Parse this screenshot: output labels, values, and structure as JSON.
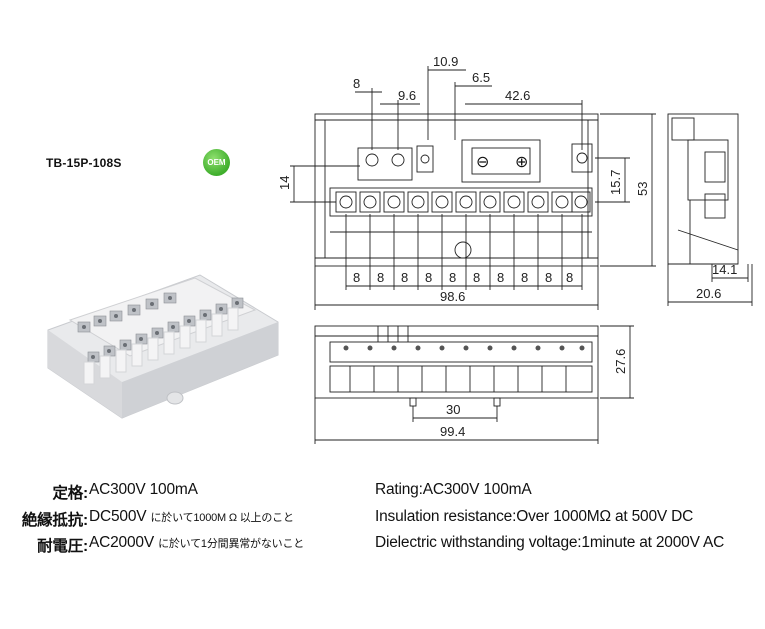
{
  "model": "TB-15P-108S",
  "badge": "OEM",
  "dimensions": {
    "top_view": {
      "d10_9": "10.9",
      "d6_5": "6.5",
      "d8_top": "8",
      "d9_6": "9.6",
      "d42_6": "42.6",
      "d14": "14",
      "d15_7": "15.7",
      "d53": "53",
      "pitch": "8",
      "d98_6": "98.6"
    },
    "side_view": {
      "d14_1": "14.1",
      "d20_6": "20.6"
    },
    "bottom_view": {
      "d27_6": "27.6",
      "d30": "30",
      "d99_4": "99.4"
    },
    "symbols": {
      "minus": "⊖",
      "plus": "⊕"
    }
  },
  "specs": {
    "jp": [
      {
        "label": "定格:",
        "value": "AC300V  100mA",
        "note": ""
      },
      {
        "label": "絶縁抵抗:",
        "value": "DC500V ",
        "note": "に於いて1000M Ω 以上のこと"
      },
      {
        "label": "耐電圧:",
        "value": "AC2000V ",
        "note": "に於いて1分間異常がないこと"
      }
    ],
    "en": [
      "Rating:AC300V  100mA",
      "Insulation resistance:Over 1000MΩ at 500V DC",
      "Dielectric withstanding voltage:1minute at 2000V AC"
    ]
  }
}
